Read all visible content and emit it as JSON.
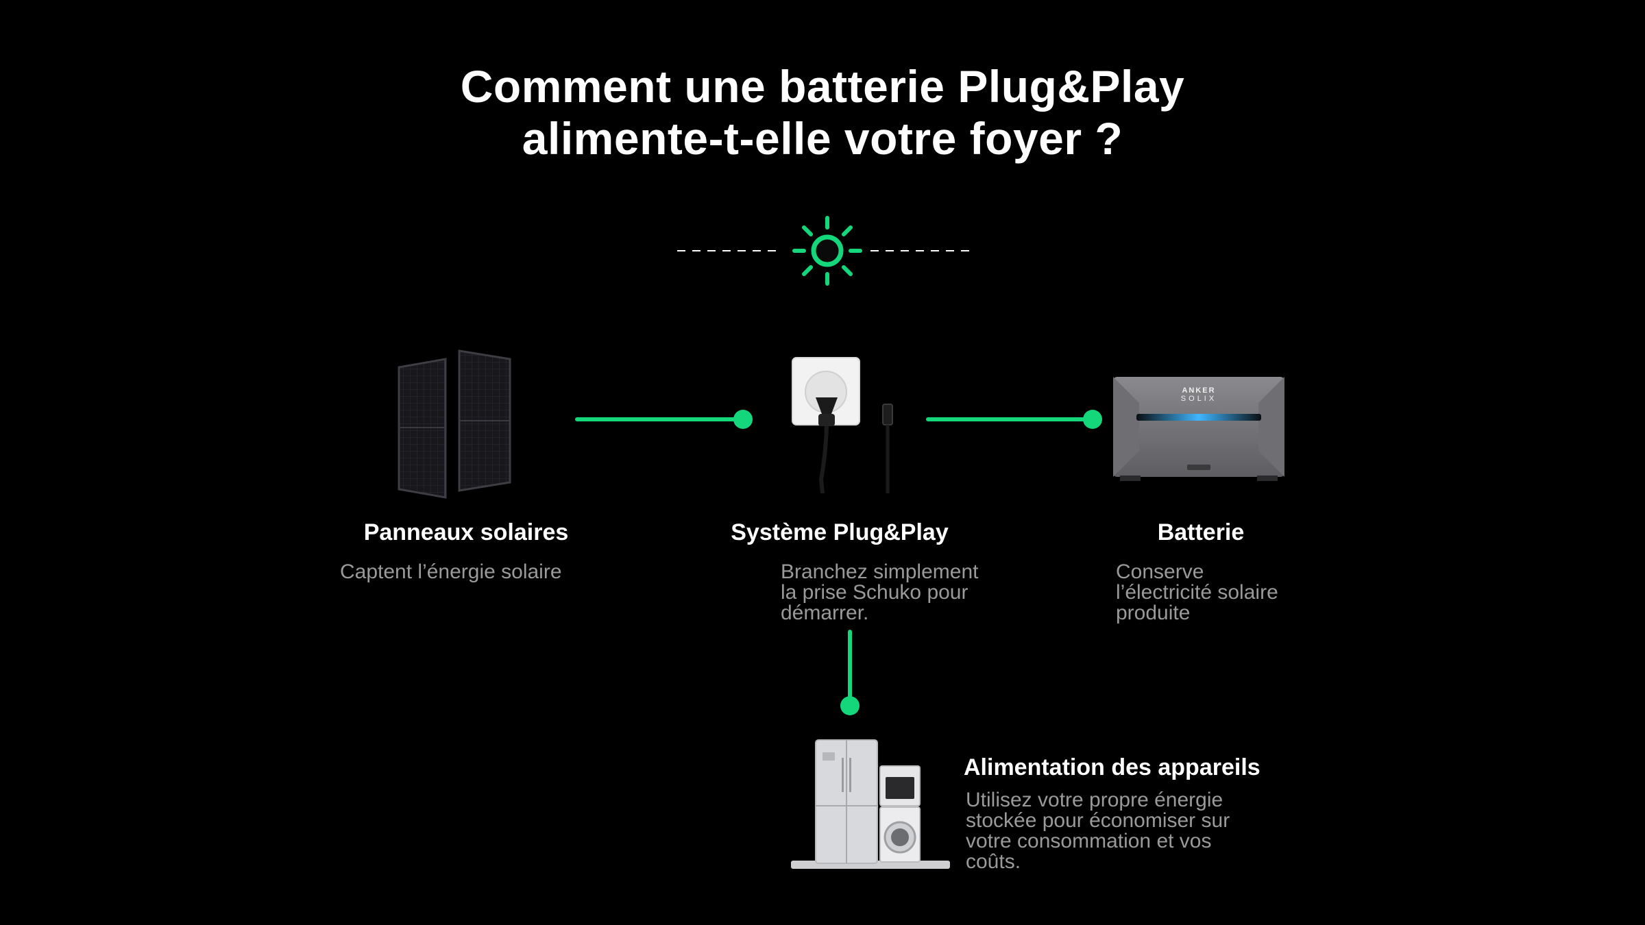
{
  "title": {
    "line1": "Comment une batterie Plug&Play",
    "line2": "alimente-t-elle votre foyer ?"
  },
  "colors": {
    "background": "#000000",
    "accent": "#14d67a",
    "text": "#ffffff",
    "muted": "#9a9a9a"
  },
  "nodes": {
    "solar": {
      "icon": "solar-panels-image",
      "title": "Panneaux solaires",
      "desc": [
        "Captent l’énergie solaire"
      ]
    },
    "plug": {
      "icon": "schuko-plug-image",
      "title": "Système Plug&Play",
      "desc": [
        "Branchez simplement",
        "la prise Schuko pour",
        "démarrer."
      ]
    },
    "battery": {
      "icon": "battery-image",
      "brand": [
        "ANKER",
        "SOLIX"
      ],
      "title": "Batterie",
      "desc": [
        "Conserve",
        "l’électricité solaire",
        "produite"
      ]
    },
    "appliances": {
      "icon": "home-appliances-image",
      "title": "Alimentation des appareils",
      "desc": [
        "Utilisez votre propre énergie",
        "stockée pour économiser sur",
        "votre consommation et vos",
        "coûts."
      ]
    }
  },
  "sun_icon": "sun-icon"
}
